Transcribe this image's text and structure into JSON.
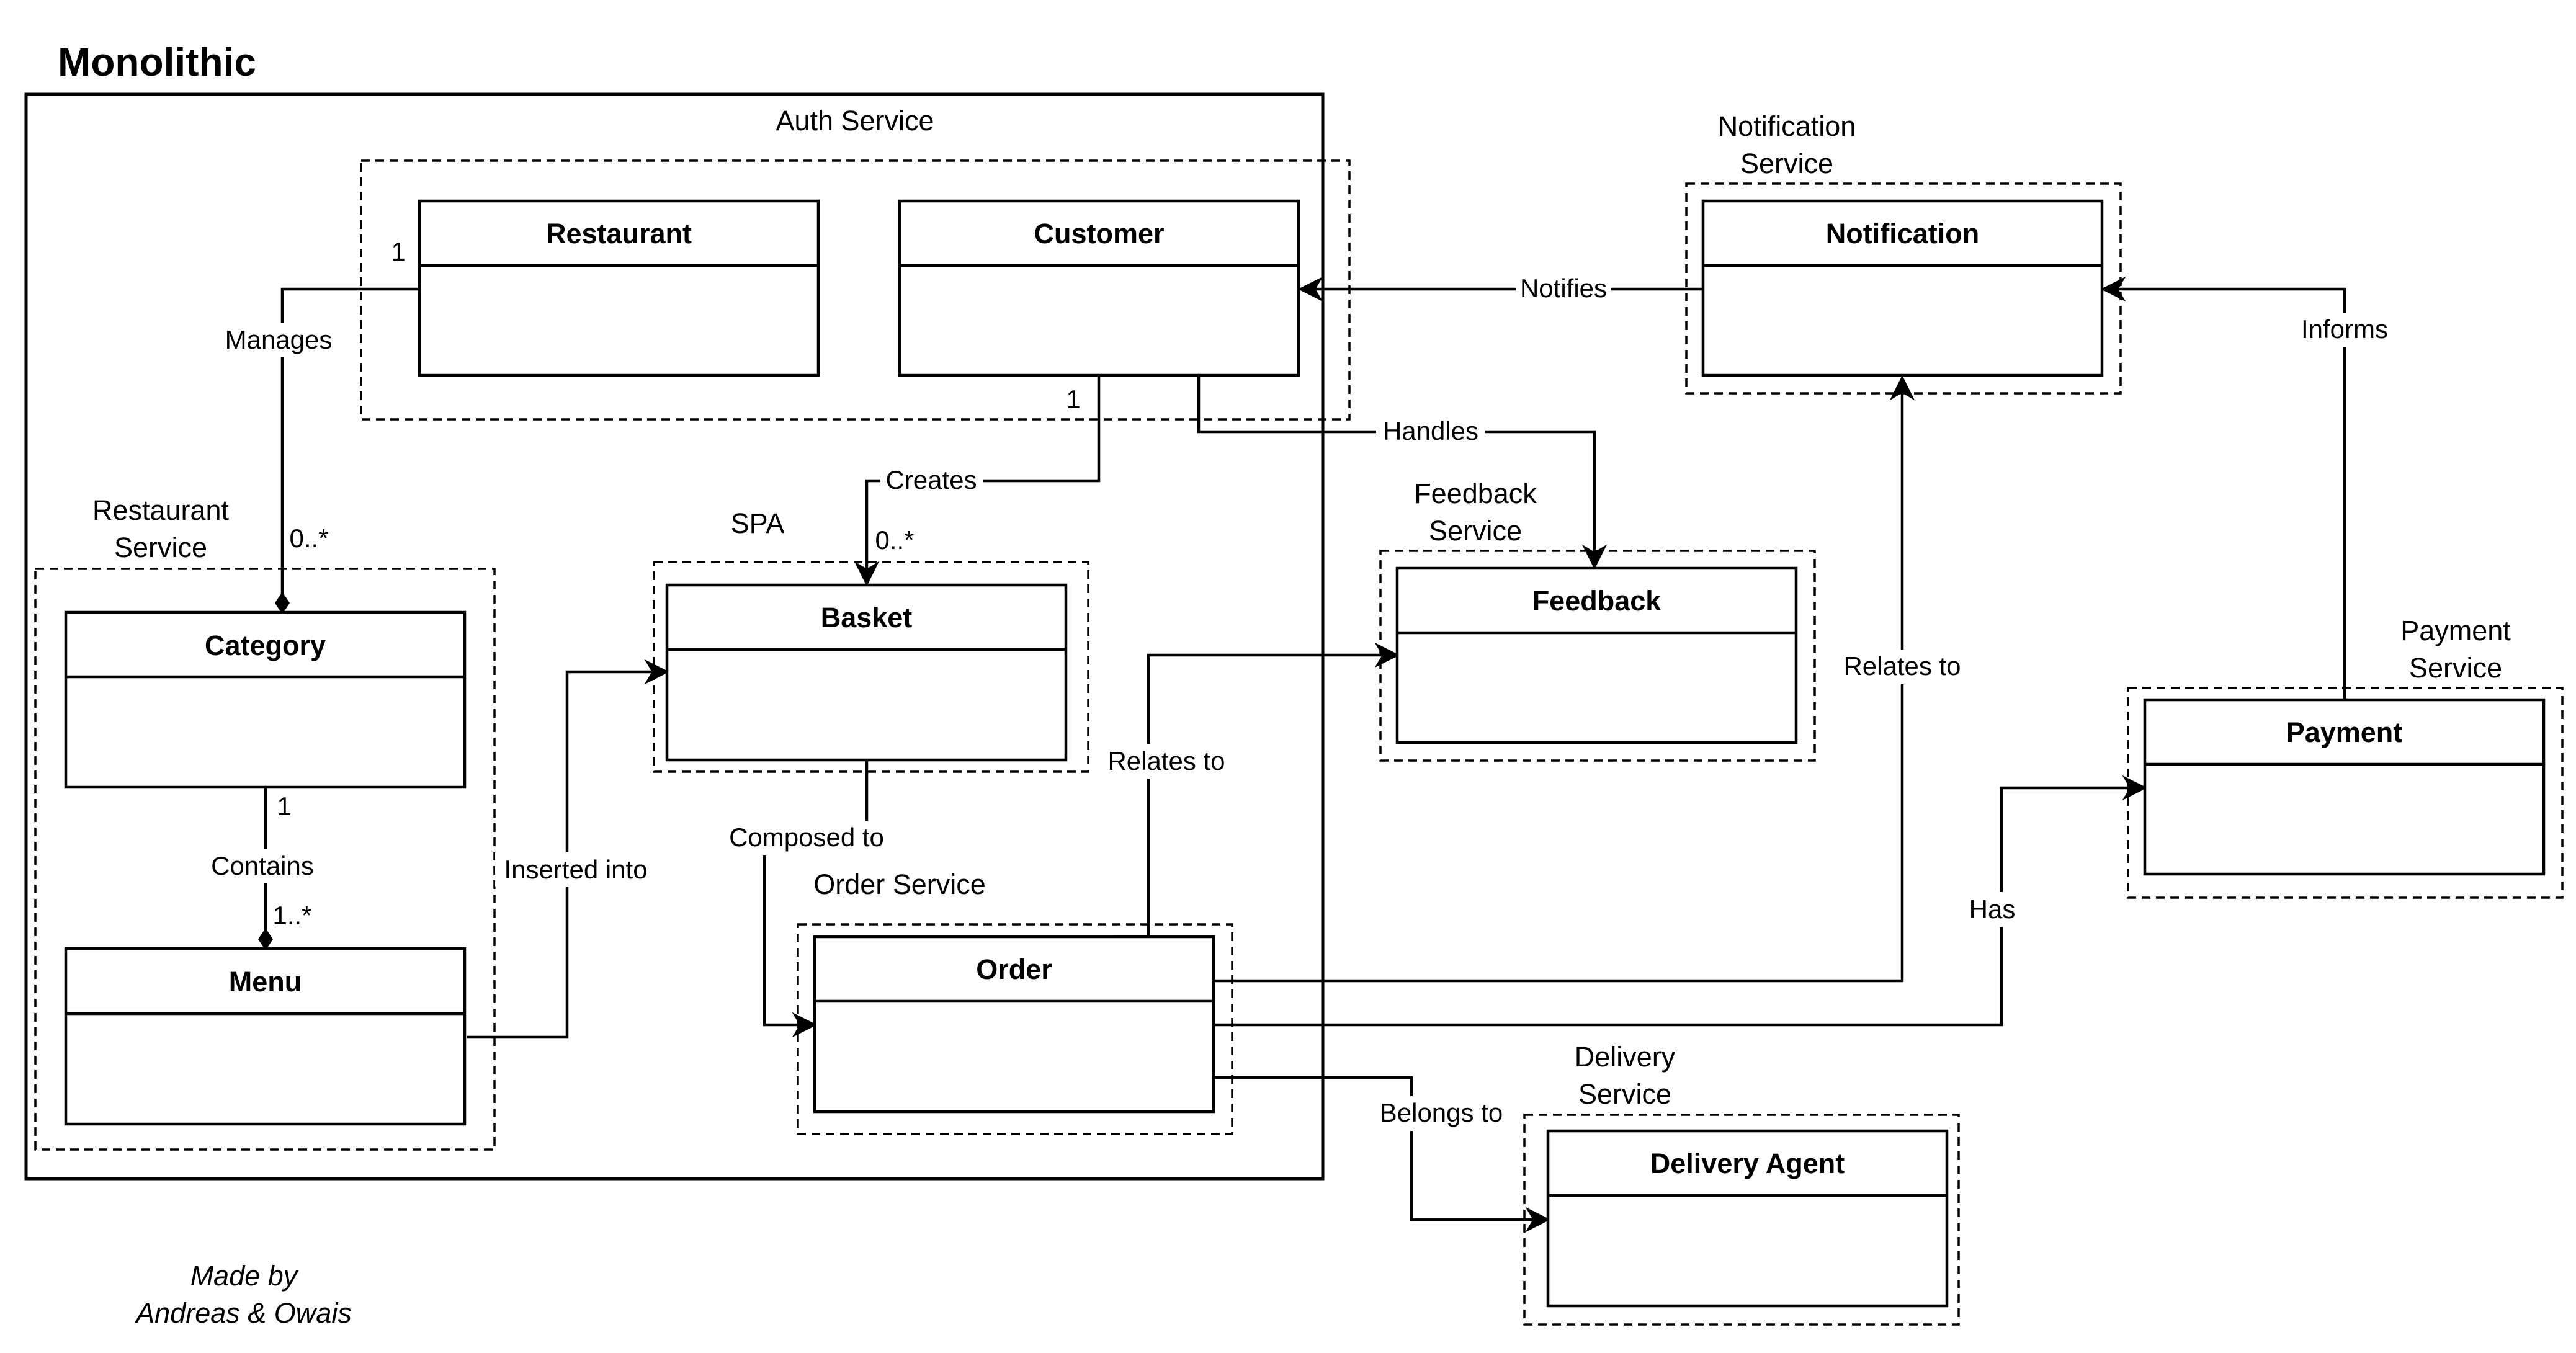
{
  "diagram": {
    "title": "Monolithic",
    "credit": [
      "Made by",
      "Andreas & Owais"
    ],
    "groups": [
      {
        "id": "auth",
        "label": [
          "Auth Service"
        ]
      },
      {
        "id": "restaurant",
        "label": [
          "Restaurant",
          "Service"
        ]
      },
      {
        "id": "spa",
        "label": [
          "SPA"
        ]
      },
      {
        "id": "order",
        "label": [
          "Order Service"
        ]
      },
      {
        "id": "notification",
        "label": [
          "Notification",
          "Service"
        ]
      },
      {
        "id": "feedback",
        "label": [
          "Feedback",
          "Service"
        ]
      },
      {
        "id": "payment",
        "label": [
          "Payment",
          "Service"
        ]
      },
      {
        "id": "delivery",
        "label": [
          "Delivery",
          "Service"
        ]
      }
    ],
    "classes": [
      {
        "id": "restaurant",
        "name": "Restaurant"
      },
      {
        "id": "customer",
        "name": "Customer"
      },
      {
        "id": "notification",
        "name": "Notification"
      },
      {
        "id": "category",
        "name": "Category"
      },
      {
        "id": "menu",
        "name": "Menu"
      },
      {
        "id": "basket",
        "name": "Basket"
      },
      {
        "id": "feedback",
        "name": "Feedback"
      },
      {
        "id": "payment",
        "name": "Payment"
      },
      {
        "id": "order",
        "name": "Order"
      },
      {
        "id": "delivery-agent",
        "name": "Delivery Agent"
      }
    ],
    "edges": [
      {
        "id": "manages",
        "from": "restaurant",
        "to": "category",
        "label": "Manages",
        "from_mult": "1",
        "to_mult": "0..*",
        "end": "diamond"
      },
      {
        "id": "contains",
        "from": "category",
        "to": "menu",
        "label": "Contains",
        "from_mult": "1",
        "to_mult": "1..*",
        "end": "diamond"
      },
      {
        "id": "creates",
        "from": "customer",
        "to": "basket",
        "label": "Creates",
        "from_mult": "1",
        "to_mult": "0..*",
        "end": "arrow"
      },
      {
        "id": "notifies",
        "from": "notification",
        "to": "customer",
        "label": "Notifies",
        "end": "arrow"
      },
      {
        "id": "handles",
        "from": "customer",
        "to": "feedback",
        "label": "Handles",
        "end": "arrow"
      },
      {
        "id": "informs",
        "from": "payment",
        "to": "notification",
        "label": "Informs",
        "end": "arrow"
      },
      {
        "id": "inserted-into",
        "from": "menu",
        "to": "basket",
        "label": "Inserted into",
        "end": "arrow"
      },
      {
        "id": "composed-to",
        "from": "basket",
        "to": "order",
        "label": "Composed to",
        "end": "arrow"
      },
      {
        "id": "order-feedback",
        "from": "order",
        "to": "feedback",
        "label": "Relates to",
        "end": "arrow"
      },
      {
        "id": "order-notification",
        "from": "order",
        "to": "notification",
        "label": "Relates to",
        "end": "arrow"
      },
      {
        "id": "has",
        "from": "order",
        "to": "payment",
        "label": "Has",
        "end": "arrow"
      },
      {
        "id": "belongs-to",
        "from": "order",
        "to": "delivery-agent",
        "label": "Belongs to",
        "end": "arrow"
      }
    ]
  }
}
